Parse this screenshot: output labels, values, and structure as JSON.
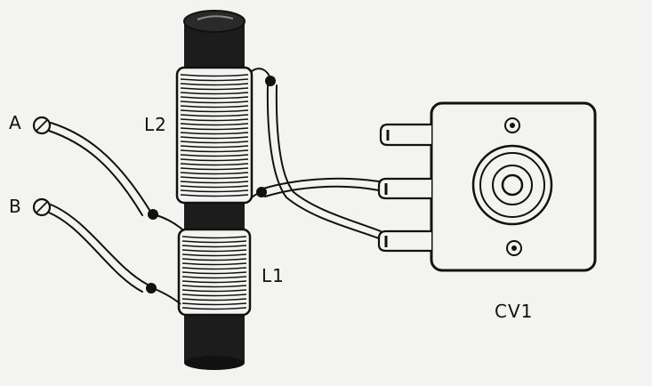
{
  "labels": {
    "terminal_a": "A",
    "terminal_b": "B",
    "coil_l2": "L2",
    "coil_l1": "L1",
    "capacitor": "CV1"
  },
  "colors": {
    "ink": "#111111",
    "paper": "#f3f3f1",
    "ferrite_core": "#1c1c1c"
  }
}
